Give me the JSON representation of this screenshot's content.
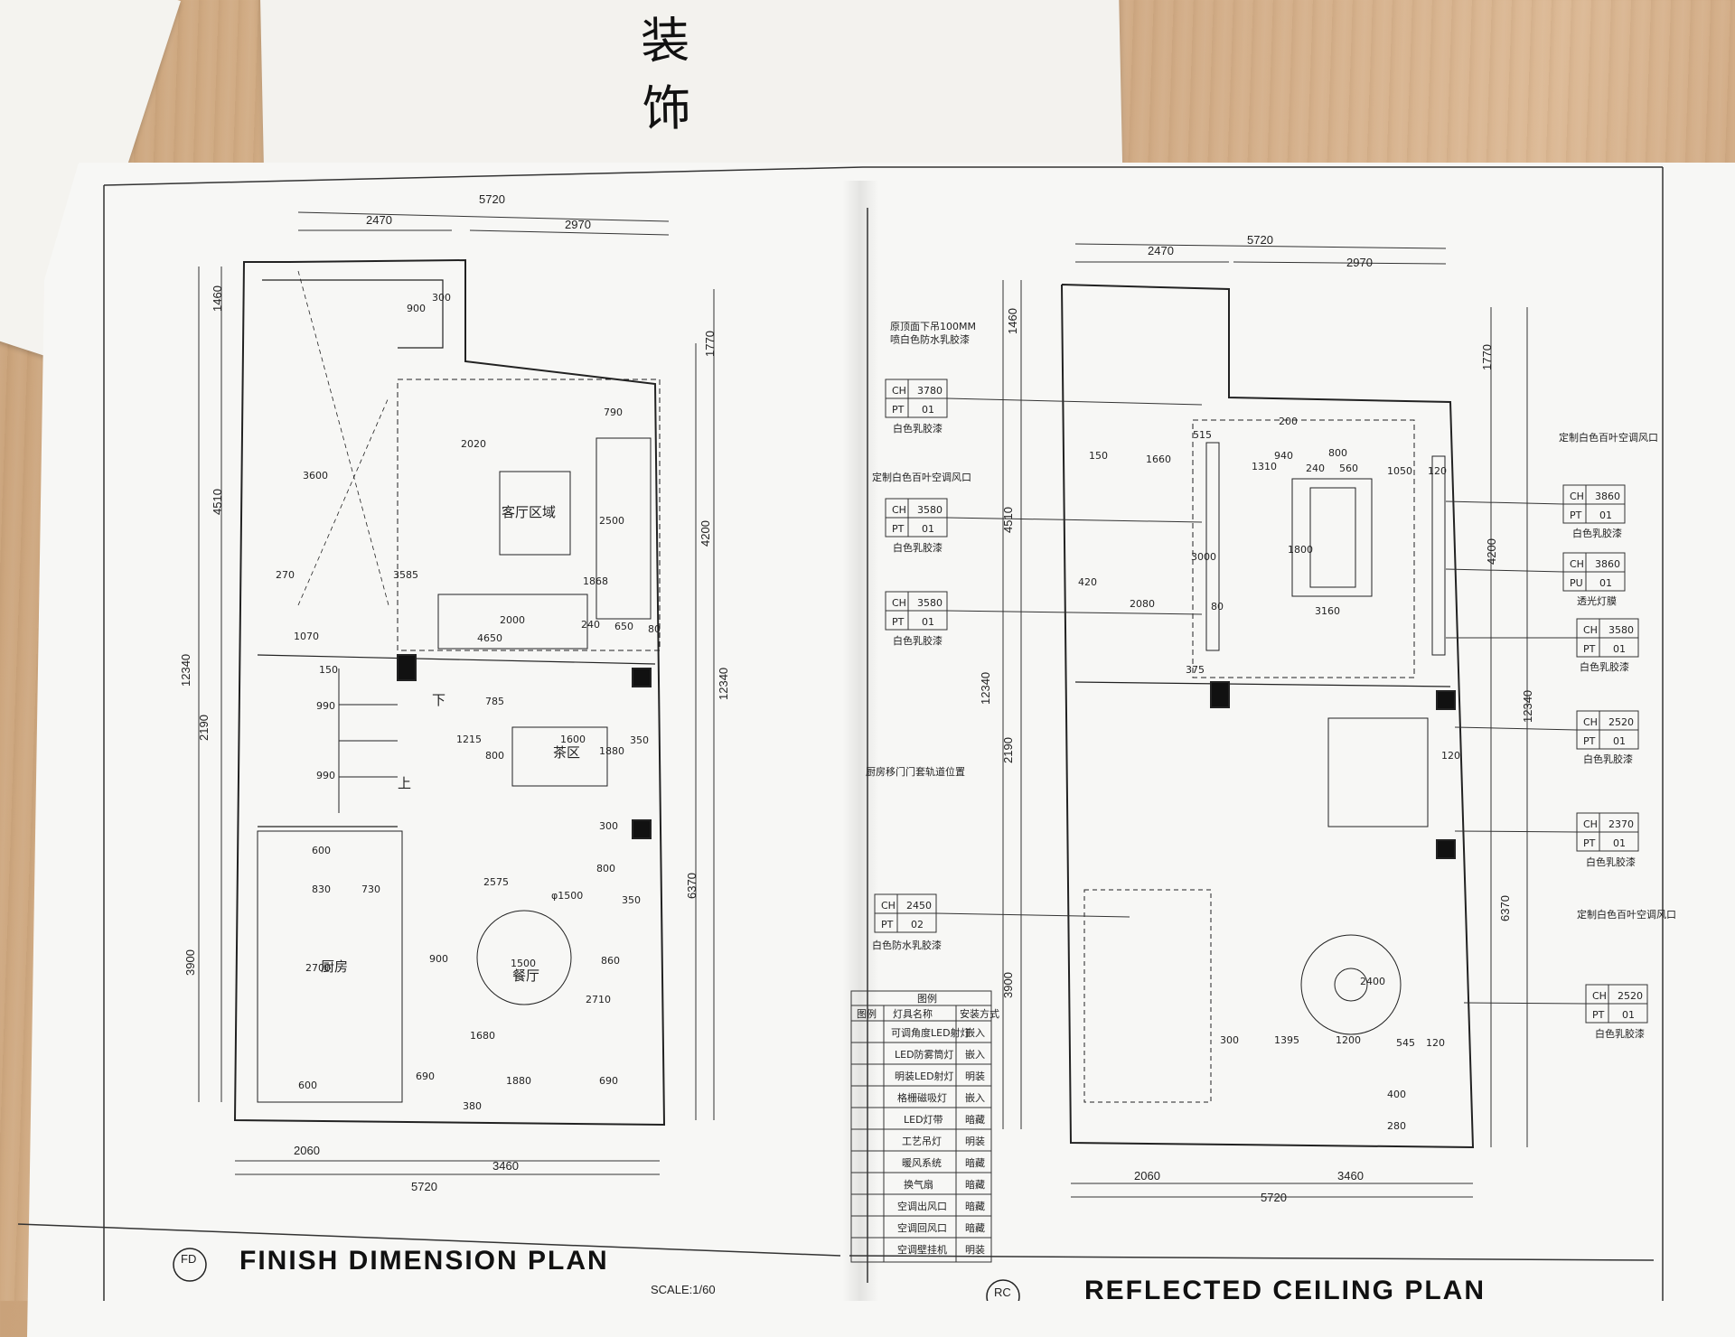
{
  "background": {
    "surface": "wooden table",
    "color": "#d3ad86"
  },
  "top_sheet": {
    "chars": [
      "装",
      "饰"
    ]
  },
  "left_plan": {
    "title": "FINISH DIMENSION PLAN",
    "badge": "FD",
    "scale": "SCALE:1/60",
    "dims": {
      "top_total": "5720",
      "top_left": "2470",
      "top_right": "2970",
      "bottom_total": "5720",
      "bottom_left": "2060",
      "bottom_right": "3460",
      "left_total": "12340",
      "left_1": "1460",
      "left_2": "4510",
      "left_3": "2190",
      "left_4": "3900",
      "right_1": "1770",
      "right_2": "4200",
      "right_3": "6370",
      "right_total": "12340"
    },
    "rooms": {
      "living": "客厅区域",
      "tea": "茶区",
      "dining": "餐厅",
      "kitchen": "厨房"
    },
    "stairs": {
      "down": "下",
      "up": "上"
    },
    "inner_dims": [
      "900",
      "300",
      "3600",
      "2020",
      "790",
      "2500",
      "270",
      "3585",
      "1868",
      "1070",
      "2000",
      "4650",
      "240",
      "650",
      "80",
      "150",
      "990",
      "785",
      "1215",
      "1600",
      "350",
      "800",
      "1880",
      "990",
      "300",
      "600",
      "2575",
      "800",
      "350",
      "φ1500",
      "830",
      "730",
      "2700",
      "900",
      "1500",
      "860",
      "2710",
      "1680",
      "690",
      "1880",
      "690",
      "600",
      "380"
    ]
  },
  "right_plan": {
    "title": "REFLECTED CEILING PLAN",
    "badge": "RC",
    "dims": {
      "top_total": "5720",
      "top_left": "2470",
      "top_right": "2970",
      "bottom_total": "5720",
      "bottom_left": "2060",
      "bottom_right": "3460",
      "left_1": "1460",
      "left_2": "4510",
      "left_total": "12340",
      "left_3": "2190",
      "left_4": "3900",
      "right_1": "1770",
      "right_2": "4200",
      "right_total": "12340",
      "right_3": "6370"
    },
    "notes": {
      "ceiling": "原顶面下吊100MM\n喷白色防水乳胶漆",
      "vent": "定制白色百叶空调风口",
      "kitchen_door": "厨房移门门套轨道位置"
    },
    "tags_left": [
      {
        "ch": "3780",
        "code": "PT",
        "num": "01",
        "desc": "白色乳胶漆"
      },
      {
        "ch": "3580",
        "code": "PT",
        "num": "01",
        "desc": "白色乳胶漆"
      },
      {
        "ch": "3580",
        "code": "PT",
        "num": "01",
        "desc": "白色乳胶漆"
      },
      {
        "ch": "2450",
        "code": "PT",
        "num": "02",
        "desc": "白色防水乳胶漆"
      }
    ],
    "tags_right": [
      {
        "ch": "3860",
        "code": "PT",
        "num": "01",
        "desc": "白色乳胶漆"
      },
      {
        "ch": "3860",
        "code": "PU",
        "num": "01",
        "desc": "透光灯膜"
      },
      {
        "ch": "3580",
        "code": "PT",
        "num": "01",
        "desc": "白色乳胶漆"
      },
      {
        "ch": "2520",
        "code": "PT",
        "num": "01",
        "desc": "白色乳胶漆"
      },
      {
        "ch": "2370",
        "code": "PT",
        "num": "01",
        "desc": "白色乳胶漆"
      },
      {
        "ch": "2520",
        "code": "PT",
        "num": "01",
        "desc": "白色乳胶漆"
      }
    ],
    "vent_right_1": "定制白色百叶空调风口",
    "vent_right_2": "定制白色百叶空调风口",
    "inner_dims": [
      "515",
      "200",
      "940",
      "1310",
      "800",
      "240",
      "560",
      "150",
      "1660",
      "1050",
      "120",
      "3000",
      "1800",
      "420",
      "2080",
      "3160",
      "80",
      "375",
      "120",
      "2400",
      "300",
      "1395",
      "1200",
      "545",
      "120",
      "280",
      "400"
    ],
    "legend": {
      "header": "图例",
      "columns": [
        "图例",
        "灯具名称",
        "安装方式"
      ],
      "rows": [
        {
          "name": "可调角度LED射灯",
          "mount": "嵌入"
        },
        {
          "name": "LED防雾筒灯",
          "mount": "嵌入"
        },
        {
          "name": "明装LED射灯",
          "mount": "明装"
        },
        {
          "name": "格栅磁吸灯",
          "mount": "嵌入"
        },
        {
          "name": "LED灯带",
          "mount": "暗藏"
        },
        {
          "name": "工艺吊灯",
          "mount": "明装"
        },
        {
          "name": "暖风系统",
          "mount": "暗藏"
        },
        {
          "name": "换气扇",
          "mount": "暗藏"
        },
        {
          "name": "空调出风口",
          "mount": "暗藏"
        },
        {
          "name": "空调回风口",
          "mount": "暗藏"
        },
        {
          "name": "空调壁挂机",
          "mount": "明装"
        }
      ]
    }
  }
}
